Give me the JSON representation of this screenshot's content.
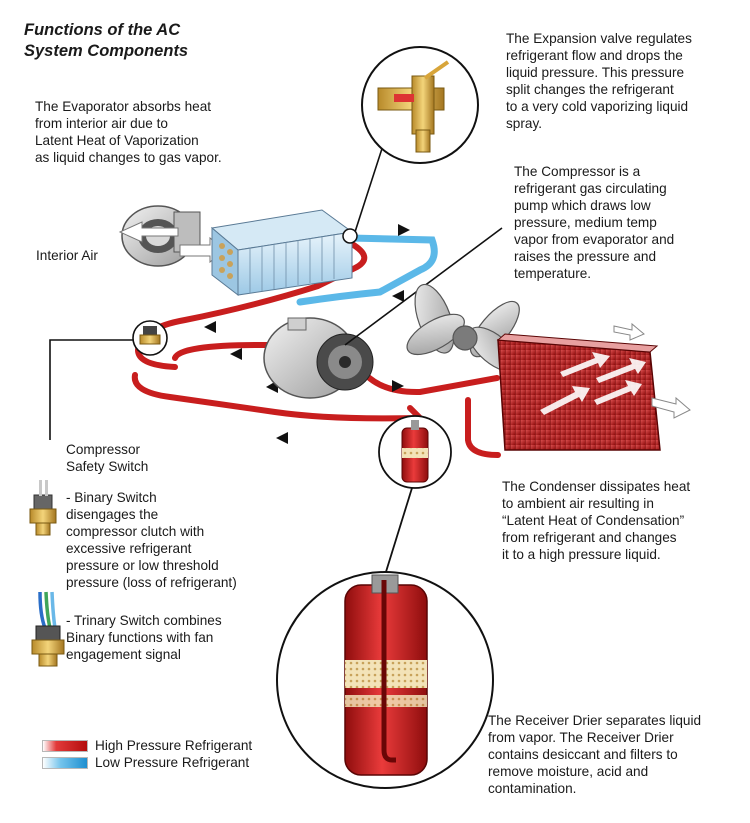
{
  "title": "Functions of the AC\nSystem Components",
  "labels": {
    "evaporator": "The Evaporator absorbs heat\nfrom interior air due to\nLatent Heat of Vaporization\nas liquid changes to gas vapor.",
    "expansion_valve": "The Expansion valve regulates\nrefrigerant flow and drops the\nliquid pressure. This pressure\nsplit changes the refrigerant\nto a very cold vaporizing liquid\nspray.",
    "compressor": "The Compressor is a\nrefrigerant gas circulating\npump which draws low\npressure, medium temp\nvapor from evaporator and\nraises the pressure and\ntemperature.",
    "interior_air": "Interior Air",
    "safety_switch": "Compressor\nSafety Switch",
    "binary_switch": "- Binary Switch\n  disengages  the\n  compressor clutch with\n  excessive refrigerant\n  pressure or low threshold\n  pressure (loss of refrigerant)",
    "trinary_switch": "- Trinary Switch combines\n  Binary functions with fan\n  engagement signal",
    "condenser": "The Condenser dissipates heat\nto ambient air resulting in\n“Latent Heat of Condensation”\nfrom refrigerant and changes\nit to a high pressure liquid.",
    "receiver_drier": "The Receiver Drier separates liquid\nfrom vapor. The Receiver Drier\ncontains desiccant and filters to\nremove moisture, acid and\ncontamination."
  },
  "legend": [
    {
      "label": "High Pressure Refrigerant",
      "kind": "high"
    },
    {
      "label": "Low Pressure Refrigerant",
      "kind": "low"
    }
  ],
  "colors": {
    "high_pressure": "#c81e1e",
    "low_pressure": "#5bb8e8",
    "outline": "#1a1a1a"
  }
}
